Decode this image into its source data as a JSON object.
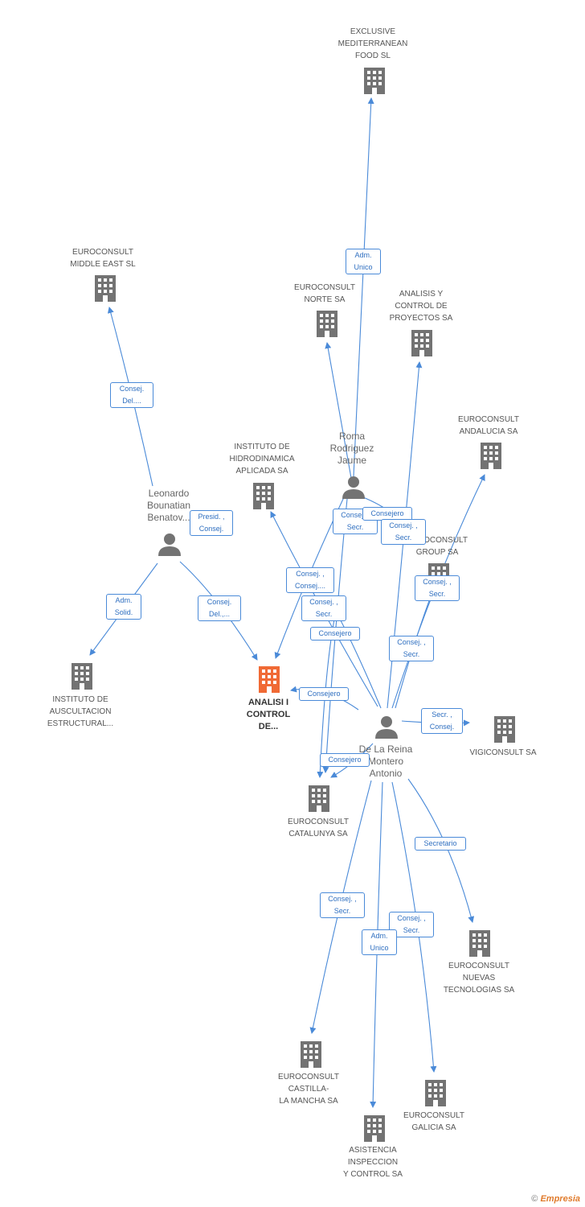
{
  "companies": {
    "exclusive": "EXCLUSIVE\nMEDITERRANEAN\nFOOD SL",
    "middle_east": "EUROCONSULT\nMIDDLE EAST  SL",
    "norte": "EUROCONSULT\nNORTE SA",
    "analisis_control": "ANALISIS Y\nCONTROL DE\nPROYECTOS SA",
    "andalucia": "EUROCONSULT\nANDALUCIA SA",
    "hidrodinamica": "INSTITUTO DE\nHIDRODINAMICA\nAPLICADA SA",
    "group": "EUROCONSULT\nGROUP SA",
    "auscultacion": "INSTITUTO DE\nAUSCULTACION\nESTRUCTURAL...",
    "main": "ANALISI I\nCONTROL\nDE...",
    "vigiconsult": "VIGICONSULT SA",
    "catalunya": "EUROCONSULT\nCATALUNYA SA",
    "nuevas": "EUROCONSULT\nNUEVAS\nTECNOLOGIAS SA",
    "castilla": "EUROCONSULT\nCASTILLA-\nLA MANCHA SA",
    "galicia": "EUROCONSULT\nGALICIA SA",
    "asistencia": "ASISTENCIA\nINSPECCION\nY CONTROL SA"
  },
  "people": {
    "roma": "Roma\nRodriguez\nJaume",
    "leonardo": "Leonardo\nBounatian\nBenatov...",
    "delareina": "De La Reina\nMontero\nAntonio"
  },
  "edge_labels": {
    "adm_unico_top": "Adm.\nUnico",
    "consej_del_me": "Consej.\nDel....",
    "presid_consej": "Presid. ,\nConsej.",
    "adm_solid": "Adm.\nSolid.",
    "consej_del_main": "Consej.\nDel.,...",
    "consej_secr_roma": "Consej. ,\nSecr.",
    "consejero_roma": "Consejero",
    "consej_secr_group": "Consej. ,\nSecr.",
    "consej_consej": "Consej. ,\nConsej....",
    "consej_secr_mid": "Consej. ,\nSecr.",
    "consej_secr_andalucia": "Consej. ,\nSecr.",
    "consejero_mid": "Consejero",
    "consej_secr_right": "Consej. ,\nSecr.",
    "consejero_main": "Consejero",
    "secr_consej_vigi": "Secr. ,\nConsej.",
    "consejero_cat": "Consejero",
    "secretario": "Secretario",
    "consej_secr_castilla": "Consej. ,\nSecr.",
    "consej_secr_galicia": "Consej. ,\nSecr.",
    "adm_unico_asis": "Adm.\nUnico"
  },
  "colors": {
    "edge": "#4a8ad8",
    "building": "#737373",
    "main_building": "#f06a35",
    "person": "#737373"
  },
  "footer": {
    "copyright": "©",
    "brand": "Empresia"
  }
}
